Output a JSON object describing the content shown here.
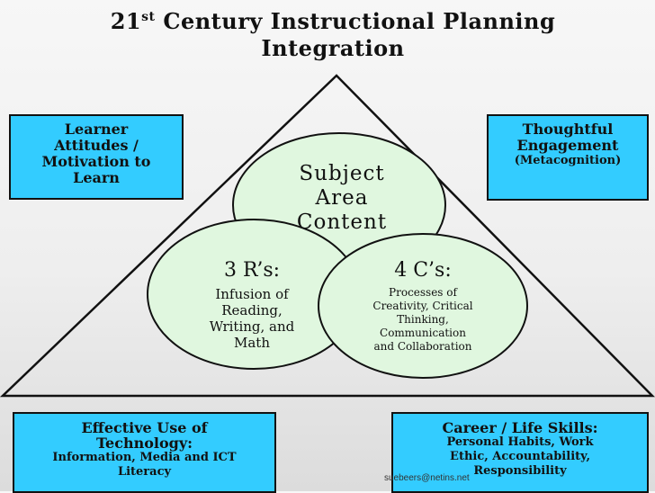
{
  "title": {
    "number": "21",
    "suffix": "st",
    "rest_line1": " Century Instructional Planning",
    "line2": "Integration"
  },
  "corners": {
    "learner": {
      "line1": "Learner",
      "line2": "Attitudes /",
      "line3": "Motivation to",
      "line4": "Learn"
    },
    "thoughtful": {
      "line1": "Thoughtful",
      "line2": "Engagement",
      "sub": "(Metacognition)"
    },
    "technology": {
      "line1": "Effective Use of",
      "line2": "Technology:",
      "sub1": "Information, Media and ICT",
      "sub2": "Literacy"
    },
    "career": {
      "line1": "Career / Life Skills:",
      "sub1": "Personal Habits, Work",
      "sub2": "Ethic, Accountability,",
      "sub3": "Responsibility"
    }
  },
  "circles": {
    "subject": {
      "line1": "Subject",
      "line2": "Area",
      "line3": "Content"
    },
    "three_rs": {
      "heading": "3 R’s:",
      "line1": "Infusion of",
      "line2": "Reading,",
      "line3": "Writing, and",
      "line4": "Math"
    },
    "four_cs": {
      "heading": "4 C’s:",
      "line1": "Processes of",
      "line2": "Creativity, Critical",
      "line3": "Thinking,",
      "line4": "Communication",
      "line5": "and Collaboration"
    }
  },
  "footer": {
    "email": "suebeers@netins.net"
  },
  "colors": {
    "box_fill": "#33ccff",
    "circle_fill": "#e0f7df",
    "line": "#111111"
  }
}
